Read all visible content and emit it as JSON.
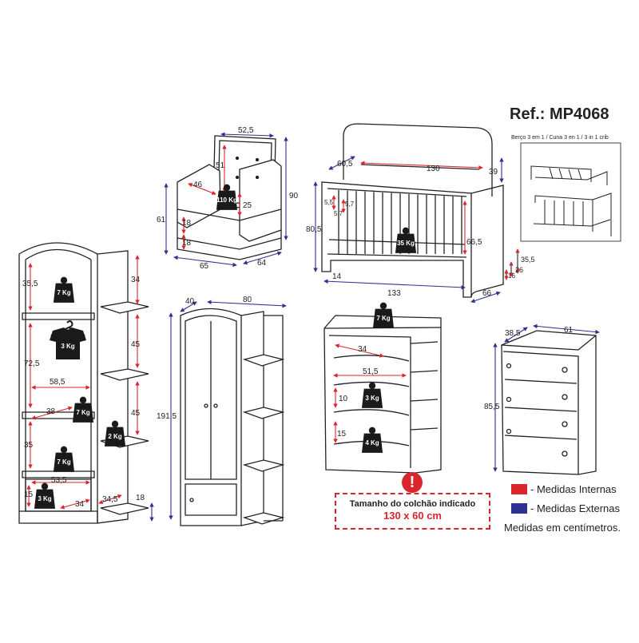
{
  "header": {
    "ref": "Ref.: MP4068"
  },
  "crib_caption": "Berço 3 em 1 / Cuna 3 en 1 / 3 in 1 crib",
  "legend": {
    "internal": {
      "label": "- Medidas Internas",
      "color": "#d8262c"
    },
    "external": {
      "label": "- Medidas Externas",
      "color": "#2e3192"
    },
    "note": "Medidas em centímetros."
  },
  "mattress": {
    "line1": "Tamanho do colchão indicado",
    "line2": "130 x 60 cm",
    "warning_symbol": "!"
  },
  "colors": {
    "outline": "#222222",
    "weight_tag": "#1a1a1a",
    "internal": "#d8262c",
    "external": "#2e3192"
  },
  "weights": {
    "armchair": "110 Kg",
    "crib": "35 Kg",
    "shelf_top": "7 Kg",
    "shelf_hanger": "3 Kg",
    "shelf_mid": "7 Kg",
    "shelf_side": "2 Kg",
    "shelf_low": "7 Kg",
    "shelf_drawer": "3 Kg",
    "dresser_top": "7 Kg",
    "dresser_mid": "3 Kg",
    "dresser_low": "4 Kg"
  },
  "dimensions": {
    "armchair": {
      "d52_5": "52,5",
      "d51": "51",
      "d46": "46",
      "d25": "25",
      "d90": "90",
      "d61": "61",
      "d18a": "18",
      "d18b": "18",
      "d65": "65",
      "d64": "64"
    },
    "crib": {
      "d60_5": "60,5",
      "d130": "130",
      "d39": "39",
      "d5_5": "5,5",
      "d5_7a": "5,7",
      "d5_7b": "5,7",
      "d80_5": "80,5",
      "d66_5": "66,5",
      "d35_5": "35,5",
      "d26": "26",
      "d16": "16",
      "d14": "14",
      "d133": "133",
      "d66": "66"
    },
    "shelf": {
      "d35_5": "35,5",
      "d34a": "34",
      "d72_5": "72,5",
      "d58_5": "58,5",
      "d45a": "45",
      "d45b": "45",
      "d38": "38",
      "d35": "35",
      "d53_5": "53,5",
      "d15": "15",
      "d34b": "34",
      "d34_5": "34,5",
      "d18": "18"
    },
    "wardrobe": {
      "d40": "40",
      "d80": "80",
      "d191_5": "191,5"
    },
    "dresser": {
      "d34": "34",
      "d51_5": "51,5",
      "d10": "10",
      "d15": "15"
    },
    "chest": {
      "d38_5": "38,5",
      "d61": "61",
      "d85_5": "85,5"
    }
  }
}
